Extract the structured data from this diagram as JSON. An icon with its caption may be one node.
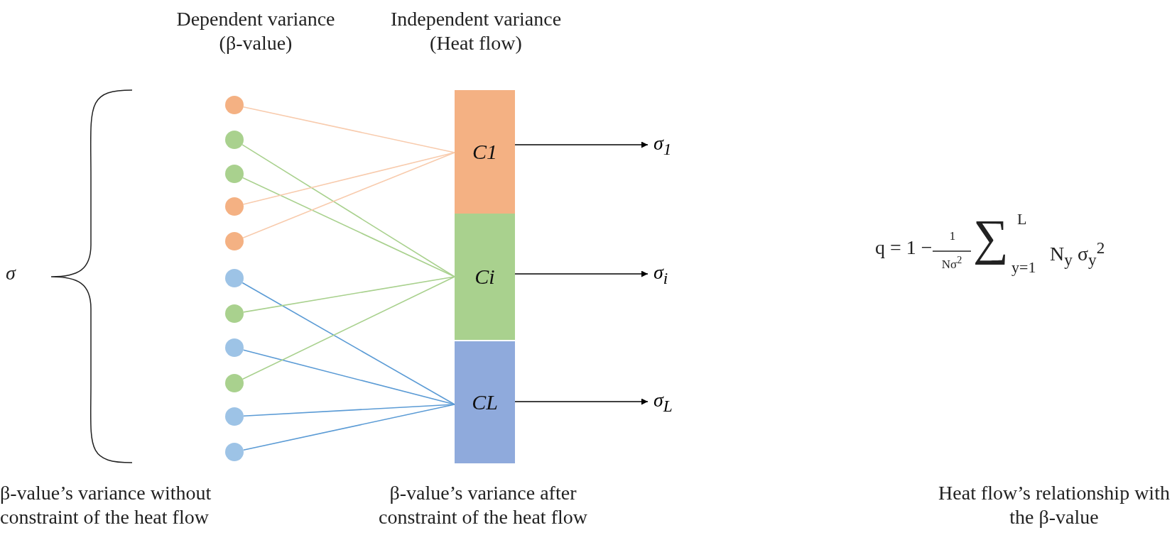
{
  "diagram": {
    "nodes": [
      {
        "text": [],
        "shape": "circle"
      },
      {
        "text": [],
        "shape": "circle"
      },
      {
        "text": [],
        "shape": "circle"
      },
      {
        "text": [],
        "shape": "circle"
      },
      {
        "text": [],
        "shape": "circle"
      },
      {
        "text": [],
        "shape": "circle"
      },
      {
        "text": [],
        "shape": "circle"
      },
      {
        "text": [],
        "shape": "circle"
      },
      {
        "text": [],
        "shape": "circle"
      },
      {
        "text": [],
        "shape": "circle"
      },
      {
        "text": [],
        "shape": "circle"
      },
      {
        "text": [
          "C1"
        ]
      },
      {
        "text": [
          "Ci"
        ]
      },
      {
        "text": [
          "CL"
        ]
      },
      {
        "text": [
          "σ$_{1}$"
        ]
      },
      {
        "text": [
          "σ$_{i}$"
        ]
      },
      {
        "text": [
          "σ$_{L}$"
        ]
      }
    ],
    "edges": [
      {
        "from": 0,
        "to": 11,
        "arrow": "none",
        "color": "#f8cbad"
      },
      {
        "from": 1,
        "to": 12,
        "arrow": "none",
        "color": "#a9d18e"
      },
      {
        "from": 2,
        "to": 12,
        "arrow": "none",
        "color": "#a9d18e"
      },
      {
        "from": 3,
        "to": 11,
        "arrow": "none",
        "color": "#f8cbad"
      },
      {
        "from": 4,
        "to": 11,
        "arrow": "none",
        "color": "#f8cbad"
      },
      {
        "from": 5,
        "to": 13,
        "arrow": "none",
        "color": "#5b9bd5"
      },
      {
        "from": 6,
        "to": 12,
        "arrow": "none",
        "color": "#a9d18e"
      },
      {
        "from": 7,
        "to": 13,
        "arrow": "none",
        "color": "#5b9bd5"
      },
      {
        "from": 8,
        "to": 12,
        "arrow": "none",
        "color": "#a9d18e"
      },
      {
        "from": 9,
        "to": 13,
        "arrow": "none",
        "color": "#5b9bd5"
      },
      {
        "from": 10,
        "to": 13,
        "arrow": "none",
        "color": "#5b9bd5"
      },
      {
        "from": 11,
        "to": 14,
        "arrow": "to",
        "color": "#000000"
      },
      {
        "from": 12,
        "to": 15,
        "arrow": "to",
        "color": "#000000"
      },
      {
        "from": 13,
        "to": 16,
        "arrow": "to",
        "color": "#000000"
      }
    ],
    "labels": [
      "Dependent variance (β-value)",
      "Independent variance (Heat flow)",
      "σ",
      "q = 1 −",
      "1",
      "Nσ$^{2}$",
      "∑",
      "L",
      "y=1",
      "N$_{y}$ σ$_{y}$$^{2}$",
      "β-value’s variance without constraint of the heat flow",
      "β-value’s variance after constraint of the heat flow",
      "Heat flow’s relationship with the β-value"
    ]
  }
}
